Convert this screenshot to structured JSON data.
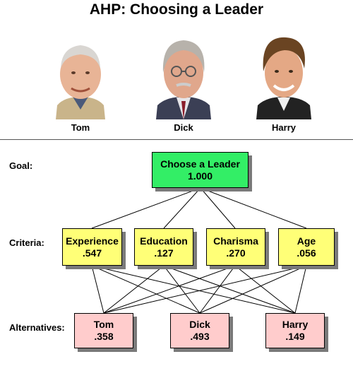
{
  "title": "AHP: Choosing a Leader",
  "candidates": [
    {
      "name": "Tom",
      "icon": "person-photo-icon"
    },
    {
      "name": "Dick",
      "icon": "person-photo-icon"
    },
    {
      "name": "Harry",
      "icon": "person-photo-icon"
    }
  ],
  "row_labels": {
    "goal": "Goal:",
    "criteria": "Criteria:",
    "alternatives": "Alternatives:"
  },
  "goal": {
    "label": "Choose a Leader",
    "value": "1.000"
  },
  "criteria": [
    {
      "label": "Experience",
      "value": ".547"
    },
    {
      "label": "Education",
      "value": ".127"
    },
    {
      "label": "Charisma",
      "value": ".270"
    },
    {
      "label": "Age",
      "value": ".056"
    }
  ],
  "alternatives": [
    {
      "label": "Tom",
      "value": ".358"
    },
    {
      "label": "Dick",
      "value": ".493"
    },
    {
      "label": "Harry",
      "value": ".149"
    }
  ],
  "colors": {
    "goal": "#33ee66",
    "criteria": "#ffff77",
    "alternatives": "#ffcccc",
    "shadow": "#7a7a7a"
  }
}
